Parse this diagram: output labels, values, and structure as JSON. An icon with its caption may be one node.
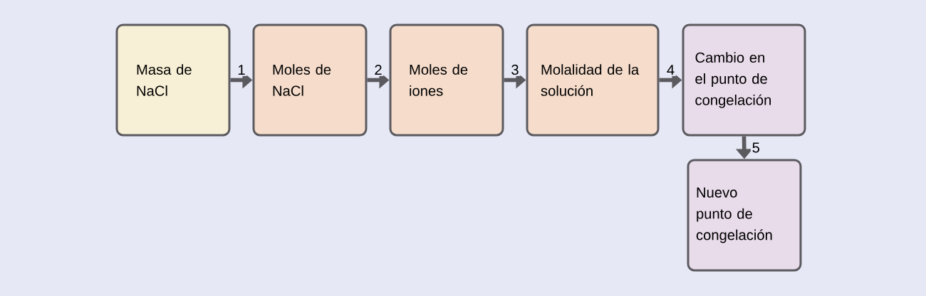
{
  "diagram": {
    "nodes": [
      {
        "text": [
          "Masa de NaCl"
        ]
      },
      {
        "text": [
          "Moles de NaCl"
        ]
      },
      {
        "text": [
          "Moles de iones"
        ]
      },
      {
        "text": [
          "Molalidad de la solución"
        ]
      },
      {
        "text": [
          "Cambio en el punto de congelación"
        ]
      },
      {
        "text": [
          "Nuevo punto de congelación"
        ]
      }
    ],
    "edges": [
      {
        "from": 0,
        "to": 1,
        "arrow": "to",
        "label": "1"
      },
      {
        "from": 1,
        "to": 2,
        "arrow": "to",
        "label": "2"
      },
      {
        "from": 2,
        "to": 3,
        "arrow": "to",
        "label": "3"
      },
      {
        "from": 3,
        "to": 4,
        "arrow": "to",
        "label": "4"
      },
      {
        "from": 4,
        "to": 5,
        "arrow": "to",
        "label": "5"
      }
    ]
  }
}
